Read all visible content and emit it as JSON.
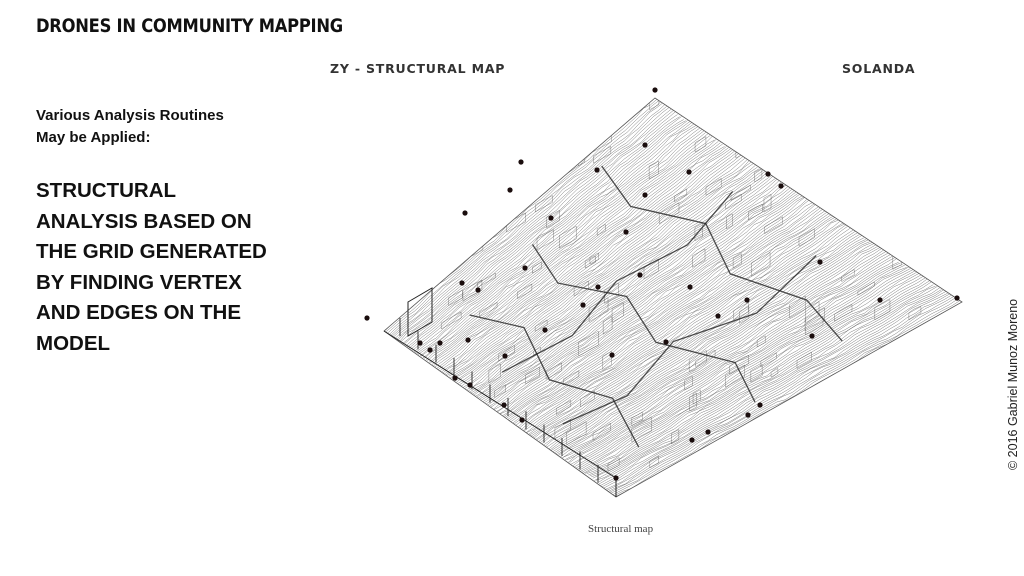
{
  "title": "DRONES IN COMMUNITY MAPPING",
  "map_header_left": "ZY - STRUCTURAL MAP",
  "map_header_right": "SOLANDA",
  "intro_lines": [
    "Various Analysis Routines",
    "May be Applied:"
  ],
  "analysis_lines": [
    "STRUCTURAL",
    "ANALYSIS BASED ON",
    "THE GRID GENERATED",
    "BY FINDING VERTEX",
    "AND EDGES ON THE",
    "MODEL"
  ],
  "credit": "© 2016  Gabriel Munoz Moreno",
  "caption": "Structural map",
  "colors": {
    "text": "#111111",
    "lines": "#3a3a3a",
    "vertex": "#1a0d0d"
  }
}
